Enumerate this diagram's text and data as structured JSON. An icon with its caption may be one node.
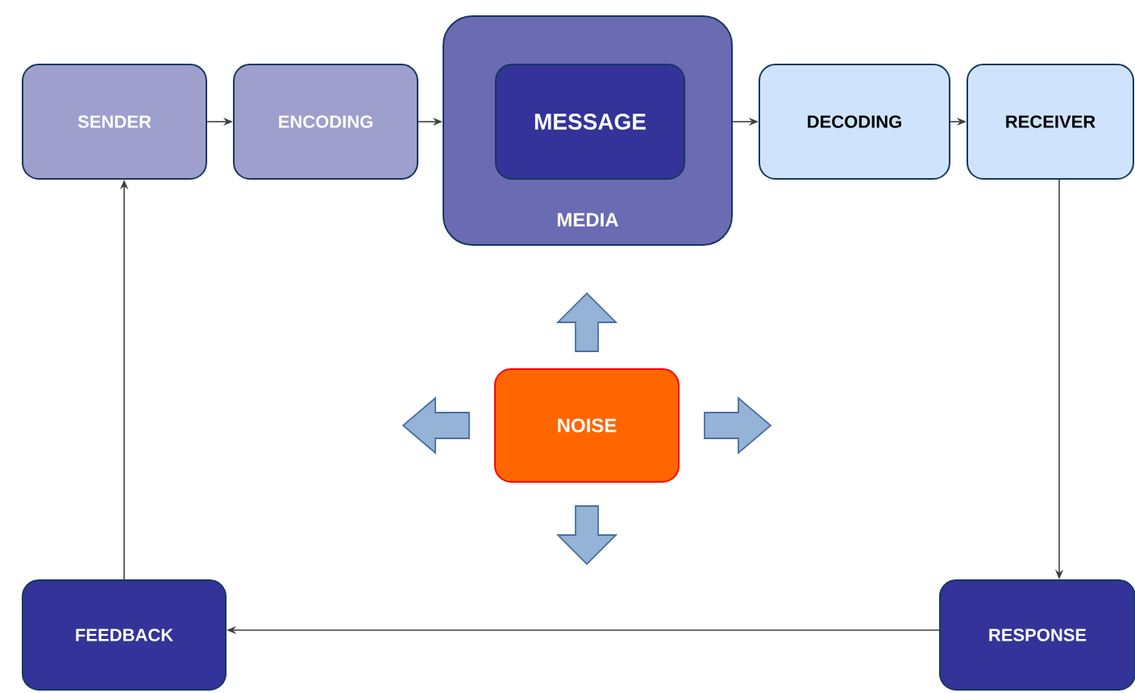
{
  "diagram": {
    "nodes": [
      {
        "text": [
          "SENDER"
        ]
      },
      {
        "text": [
          "ENCODING"
        ]
      },
      {
        "text": [
          "MEDIA"
        ]
      },
      {
        "text": [
          "MESSAGE"
        ],
        "in": 2
      },
      {
        "text": [
          "DECODING"
        ]
      },
      {
        "text": [
          "RECEIVER"
        ]
      },
      {
        "text": [
          "NOISE"
        ]
      },
      {
        "text": [
          "FEEDBACK"
        ]
      },
      {
        "text": [
          "RESPONSE"
        ]
      }
    ],
    "edges": [
      {
        "from": 0,
        "to": 1,
        "arrow": "to"
      },
      {
        "from": 1,
        "to": 2,
        "arrow": "to"
      },
      {
        "from": 2,
        "to": 4,
        "arrow": "to"
      },
      {
        "from": 4,
        "to": 5,
        "arrow": "to"
      },
      {
        "from": 5,
        "to": 8,
        "arrow": "to"
      },
      {
        "from": 8,
        "to": 7,
        "arrow": "to"
      },
      {
        "from": 7,
        "to": 0,
        "arrow": "to"
      }
    ]
  }
}
